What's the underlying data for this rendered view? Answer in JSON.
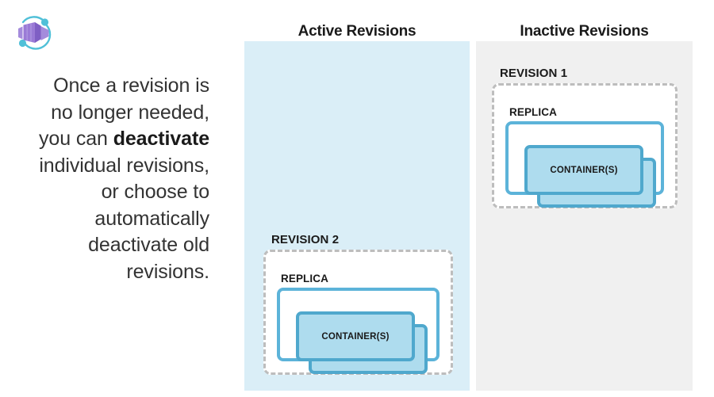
{
  "brand": {
    "icon": "azure-container-apps-icon",
    "colors": {
      "container_purple_dark": "#8661c5",
      "container_purple_light": "#b4a0e5",
      "orbit_cyan": "#50c0d8"
    }
  },
  "description": {
    "line_1": "Once a revision is",
    "line_2": "no longer needed,",
    "line_3_prefix": "you can ",
    "line_3_bold": "deactivate",
    "line_4": "individual revisions,",
    "line_5": "or choose to",
    "line_6": "automatically",
    "line_7": "deactivate old",
    "line_8": "revisions."
  },
  "columns": [
    {
      "id": "active",
      "title": "Active Revisions",
      "background": "#daeef7"
    },
    {
      "id": "inactive",
      "title": "Inactive Revisions",
      "background": "#f0f0f0"
    }
  ],
  "revisions": [
    {
      "id": "revision-1",
      "label": "REVISION 1",
      "column": "inactive",
      "replica_label": "REPLICA",
      "container_label": "CONTAINER(S)",
      "container_count": 2
    },
    {
      "id": "revision-2",
      "label": "REVISION 2",
      "column": "active",
      "replica_label": "REPLICA",
      "container_label": "CONTAINER(S)",
      "container_count": 2
    }
  ],
  "palette": {
    "replica_border": "#5cb3d9",
    "container_fill": "#aedcee",
    "container_border": "#4fa8cd",
    "revision_dashed_border": "#bdbdbd",
    "text": "#1a1a1a"
  }
}
